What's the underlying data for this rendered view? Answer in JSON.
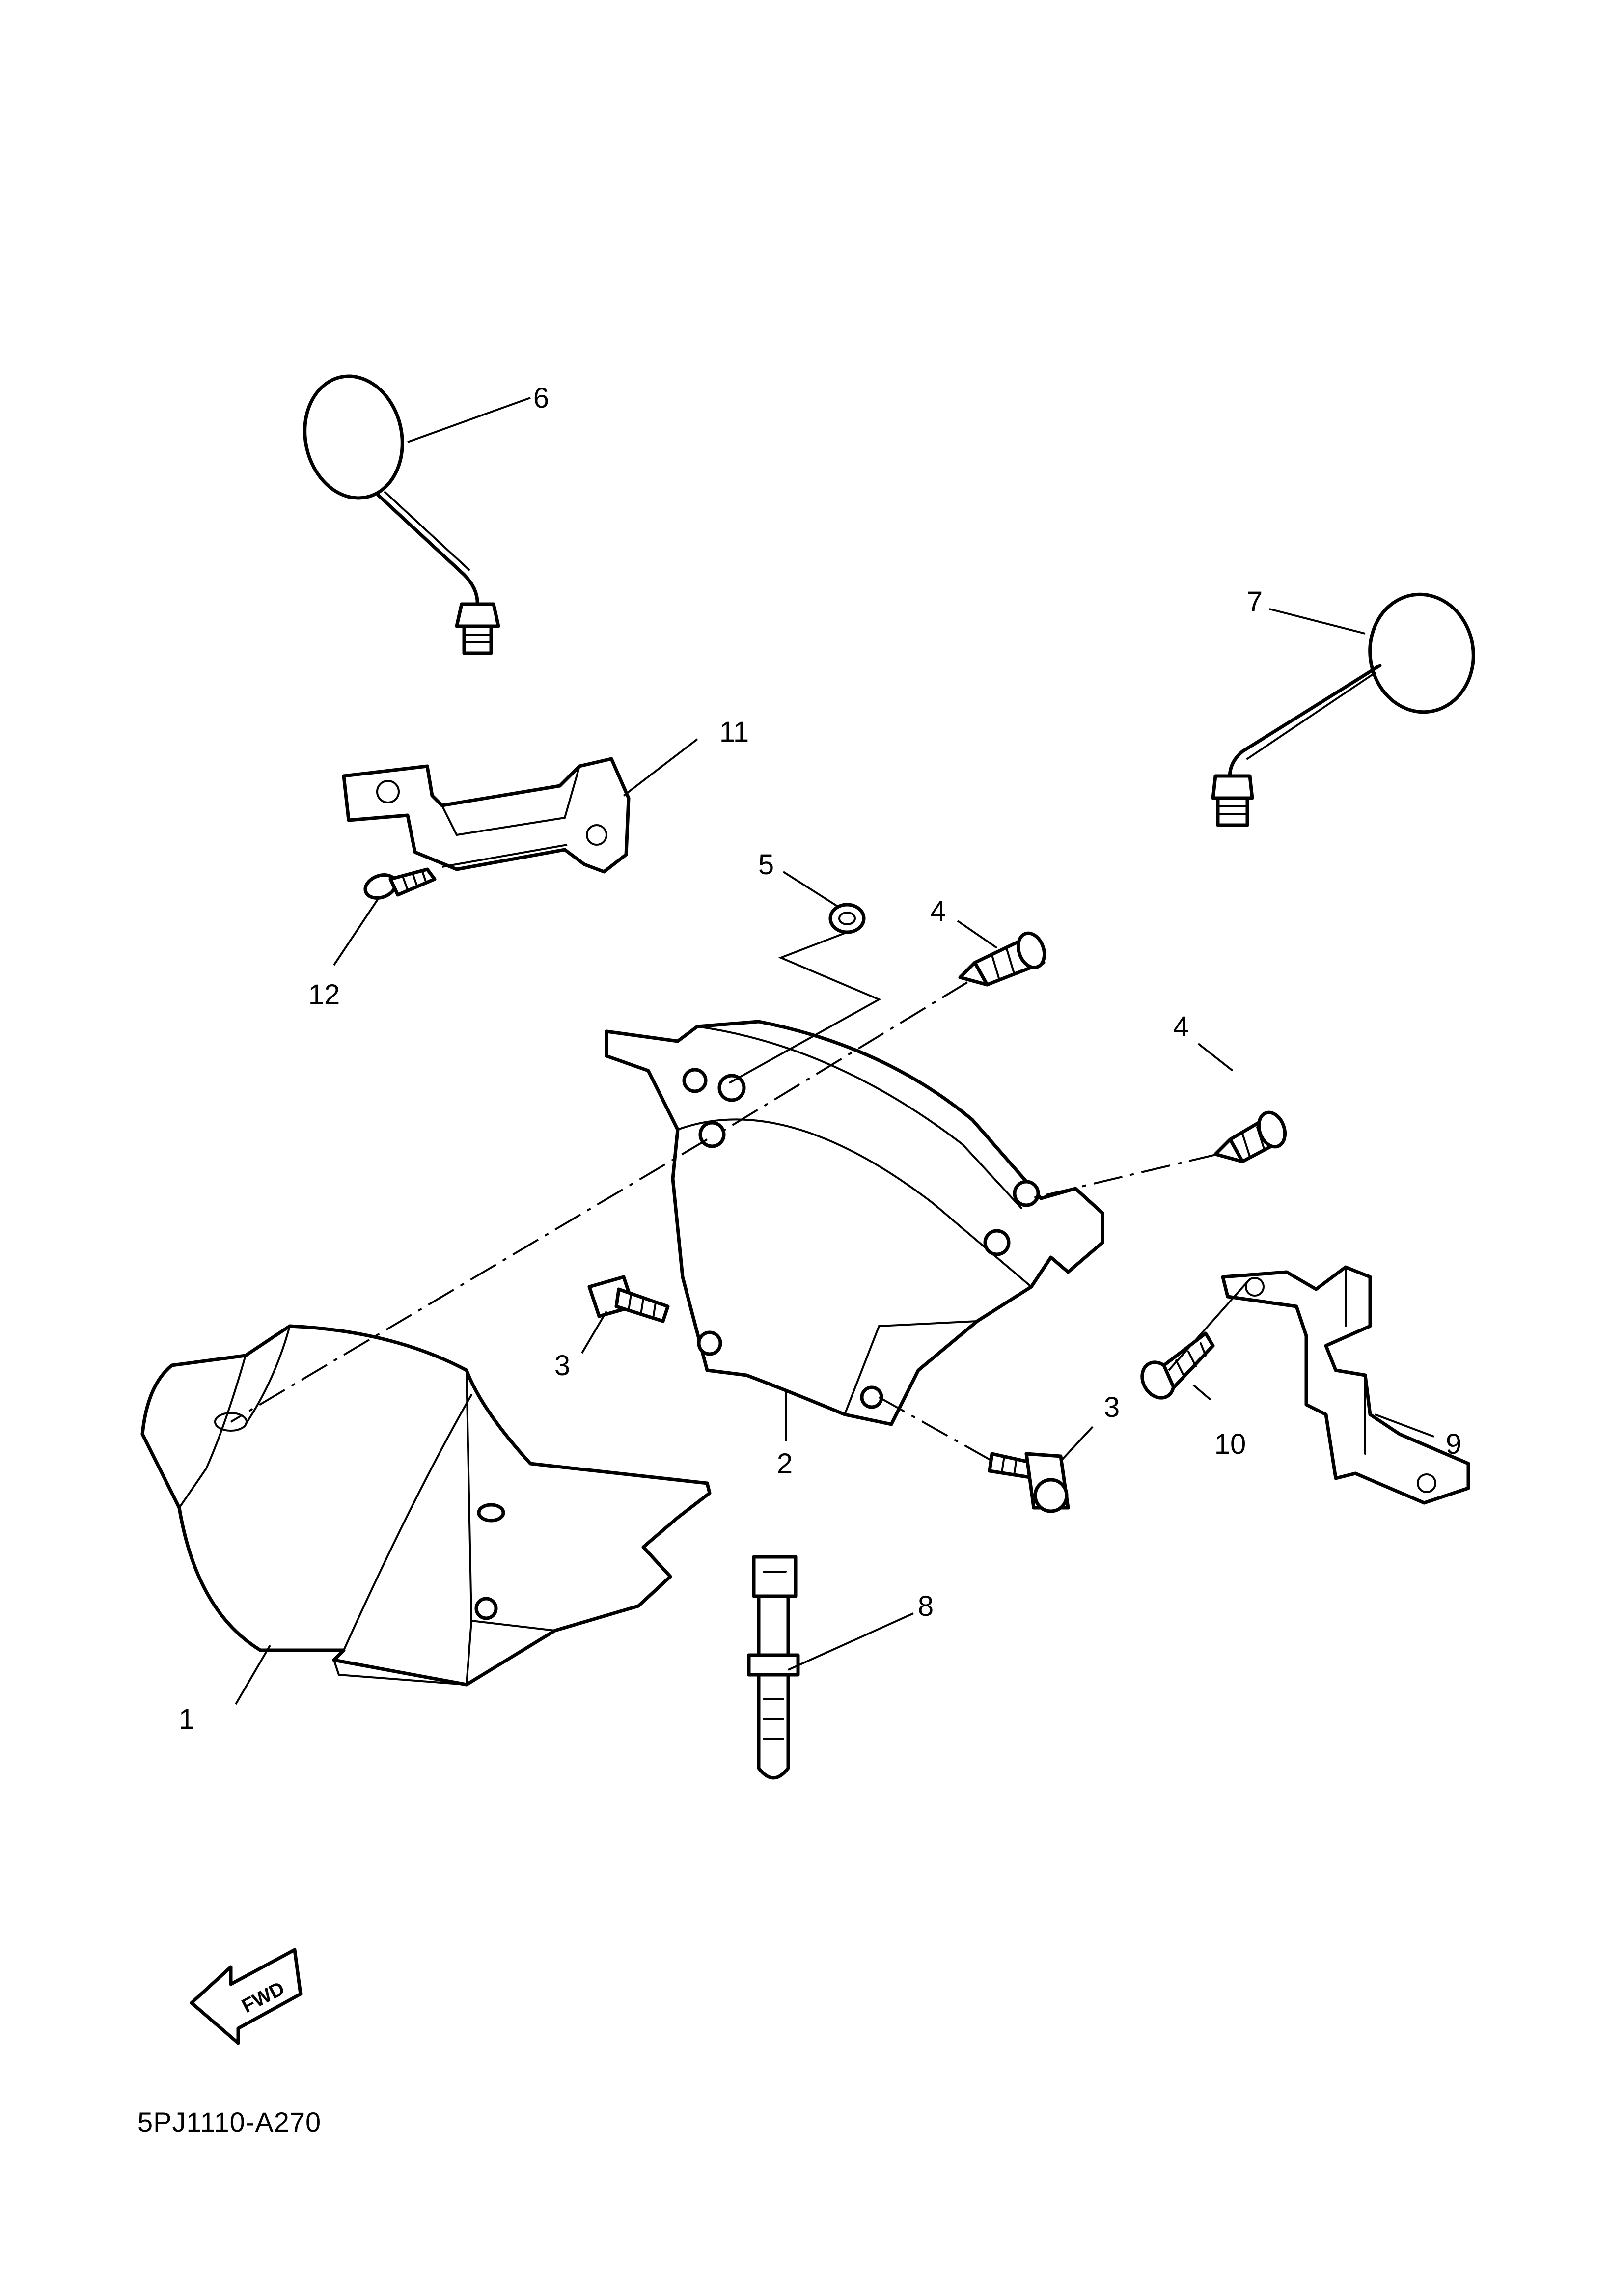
{
  "diagram": {
    "drawing_code": "5PJ1110-A270",
    "direction_label": "FWD",
    "callouts": [
      {
        "number": "1"
      },
      {
        "number": "2"
      },
      {
        "number": "3"
      },
      {
        "number": "3"
      },
      {
        "number": "4"
      },
      {
        "number": "4"
      },
      {
        "number": "5"
      },
      {
        "number": "6"
      },
      {
        "number": "7"
      },
      {
        "number": "8"
      },
      {
        "number": "9"
      },
      {
        "number": "10"
      },
      {
        "number": "11"
      },
      {
        "number": "12"
      }
    ]
  }
}
